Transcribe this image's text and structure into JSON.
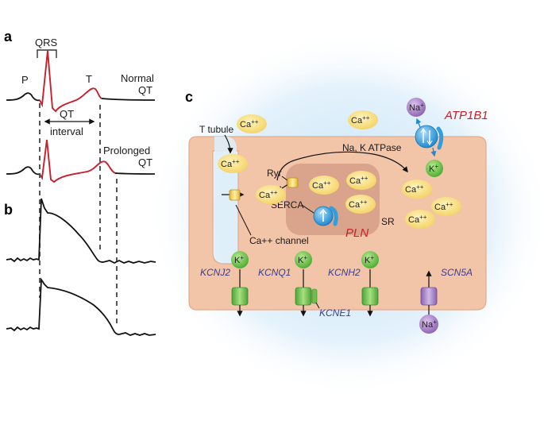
{
  "panels": {
    "a": "a",
    "b": "b",
    "c": "c"
  },
  "ecg": {
    "qrs": "QRS",
    "p": "P",
    "t": "T",
    "normal_line1": "Normal",
    "normal_line2": "QT",
    "qt_line1": "QT",
    "qt_line2": "interval",
    "prolonged_line1": "Prolonged",
    "prolonged_line2": "QT"
  },
  "cell": {
    "t_tubule": "T tubule",
    "na_k_atpase": "Na, K ATPase",
    "ryr": "Ryr",
    "serca": "SERCA",
    "sr": "SR",
    "ca_channel": "Ca++ channel",
    "ca_base": "Ca",
    "ca_charge": "++",
    "k_base": "K",
    "na_base": "Na",
    "plus": "+"
  },
  "genes": {
    "atp1b1": "ATP1B1",
    "pln": "PLN",
    "kcnj2": "KCNJ2",
    "kcnq1": "KCNQ1",
    "kcnh2": "KCNH2",
    "scn5a": "SCN5A",
    "kcne1": "KCNE1"
  },
  "colors": {
    "ecg_red": "#c8202a",
    "cell_fill": "#f2c4a8",
    "sr_fill": "#d9a48b",
    "calcium": "#f7dc7a",
    "potassium": "#6cc04a",
    "sodium": "#a77bc5",
    "pump_blue": "#2f9fe0",
    "gene_blue": "#3b3e8f",
    "gene_red": "#c8202a"
  }
}
